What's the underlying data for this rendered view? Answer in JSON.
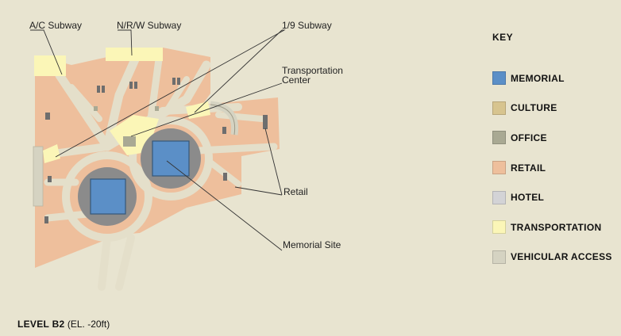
{
  "labels": {
    "ac_subway": "A/C Subway",
    "nrw_subway": "N/R/W Subway",
    "subway_19": "1/9 Subway",
    "transportation_center": [
      "Transportation",
      "Center"
    ],
    "retail": "Retail",
    "memorial_site": "Memorial Site"
  },
  "key": {
    "title": "KEY",
    "items": [
      {
        "label": "MEMORIAL",
        "color": "#5b8fc7"
      },
      {
        "label": "CULTURE",
        "color": "#d7c48f"
      },
      {
        "label": "OFFICE",
        "color": "#a9a993"
      },
      {
        "label": "RETAIL",
        "color": "#eebf9c"
      },
      {
        "label": "HOTEL",
        "color": "#d3d3d6"
      },
      {
        "label": "TRANSPORTATION",
        "color": "#fbf6b7"
      },
      {
        "label": "VEHICULAR ACCESS",
        "color": "#d5d3c2"
      }
    ]
  },
  "level": {
    "name": "LEVEL B2",
    "elevation": "(EL. -20ft)"
  },
  "colors": {
    "background": "#e8e4d0",
    "retail": "#eebf9c",
    "corridor": "#e4dfca",
    "transportation": "#fbf6b7",
    "memorial": "#5b8fc7",
    "memorial_ring": "#8b8b8b",
    "building_dark": "#6e6e6e"
  }
}
